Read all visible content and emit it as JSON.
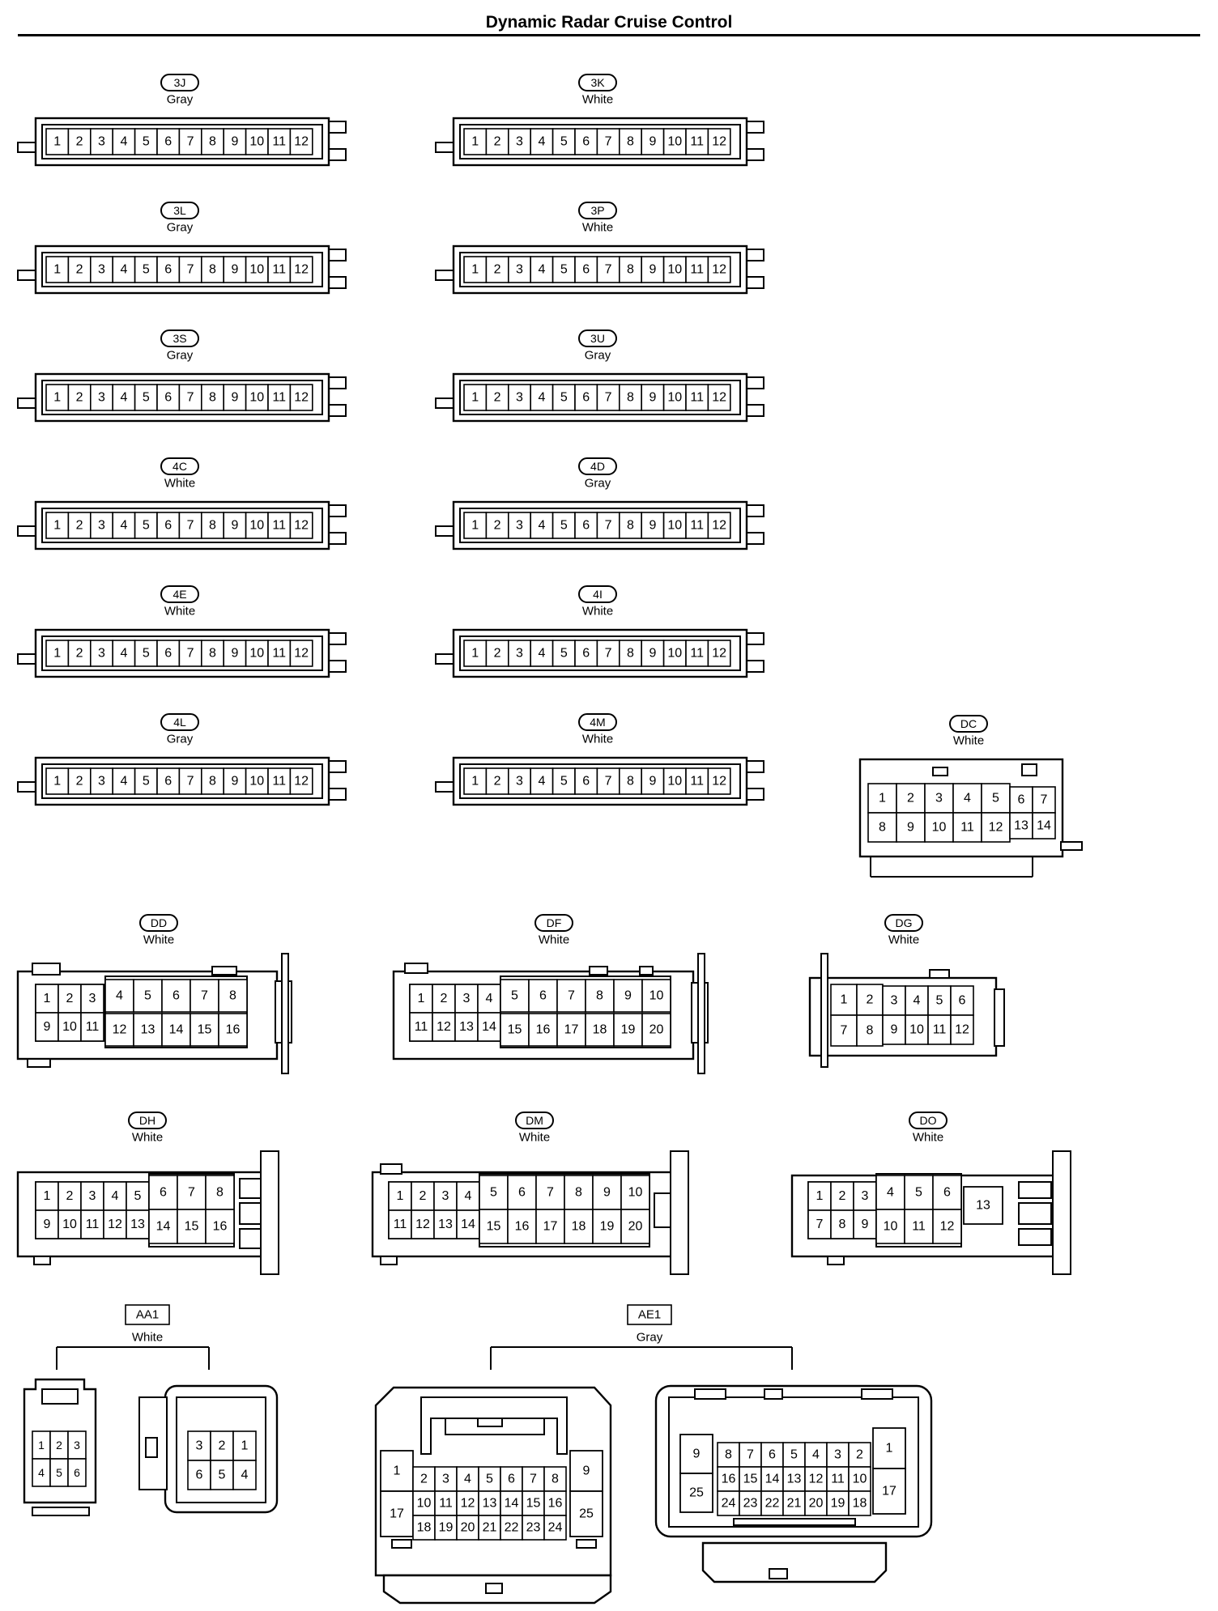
{
  "title": "Dynamic Radar Cruise Control",
  "connectors": {
    "3J": {
      "code": "3J",
      "color": "Gray",
      "pins": [
        "1",
        "2",
        "3",
        "4",
        "5",
        "6",
        "7",
        "8",
        "9",
        "10",
        "11",
        "12"
      ]
    },
    "3K": {
      "code": "3K",
      "color": "White",
      "pins": [
        "1",
        "2",
        "3",
        "4",
        "5",
        "6",
        "7",
        "8",
        "9",
        "10",
        "11",
        "12"
      ]
    },
    "3L": {
      "code": "3L",
      "color": "Gray",
      "pins": [
        "1",
        "2",
        "3",
        "4",
        "5",
        "6",
        "7",
        "8",
        "9",
        "10",
        "11",
        "12"
      ]
    },
    "3P": {
      "code": "3P",
      "color": "White",
      "pins": [
        "1",
        "2",
        "3",
        "4",
        "5",
        "6",
        "7",
        "8",
        "9",
        "10",
        "11",
        "12"
      ]
    },
    "3S": {
      "code": "3S",
      "color": "Gray",
      "pins": [
        "1",
        "2",
        "3",
        "4",
        "5",
        "6",
        "7",
        "8",
        "9",
        "10",
        "11",
        "12"
      ]
    },
    "3U": {
      "code": "3U",
      "color": "Gray",
      "pins": [
        "1",
        "2",
        "3",
        "4",
        "5",
        "6",
        "7",
        "8",
        "9",
        "10",
        "11",
        "12"
      ]
    },
    "4C": {
      "code": "4C",
      "color": "White",
      "pins": [
        "1",
        "2",
        "3",
        "4",
        "5",
        "6",
        "7",
        "8",
        "9",
        "10",
        "11",
        "12"
      ]
    },
    "4D": {
      "code": "4D",
      "color": "Gray",
      "pins": [
        "1",
        "2",
        "3",
        "4",
        "5",
        "6",
        "7",
        "8",
        "9",
        "10",
        "11",
        "12"
      ]
    },
    "4E": {
      "code": "4E",
      "color": "White",
      "pins": [
        "1",
        "2",
        "3",
        "4",
        "5",
        "6",
        "7",
        "8",
        "9",
        "10",
        "11",
        "12"
      ]
    },
    "4I": {
      "code": "4I",
      "color": "White",
      "pins": [
        "1",
        "2",
        "3",
        "4",
        "5",
        "6",
        "7",
        "8",
        "9",
        "10",
        "11",
        "12"
      ]
    },
    "4L": {
      "code": "4L",
      "color": "Gray",
      "pins": [
        "1",
        "2",
        "3",
        "4",
        "5",
        "6",
        "7",
        "8",
        "9",
        "10",
        "11",
        "12"
      ]
    },
    "4M": {
      "code": "4M",
      "color": "White",
      "pins": [
        "1",
        "2",
        "3",
        "4",
        "5",
        "6",
        "7",
        "8",
        "9",
        "10",
        "11",
        "12"
      ]
    },
    "DC": {
      "code": "DC",
      "color": "White",
      "rows": [
        [
          "1",
          "2",
          "3",
          "4",
          "5",
          "6",
          "7"
        ],
        [
          "8",
          "9",
          "10",
          "11",
          "12",
          "13",
          "14"
        ]
      ]
    },
    "DD": {
      "code": "DD",
      "color": "White",
      "rows": [
        [
          "1",
          "2",
          "3",
          "4",
          "5",
          "6",
          "7",
          "8"
        ],
        [
          "9",
          "10",
          "11",
          "12",
          "13",
          "14",
          "15",
          "16"
        ]
      ]
    },
    "DF": {
      "code": "DF",
      "color": "White",
      "rows": [
        [
          "1",
          "2",
          "3",
          "4",
          "5",
          "6",
          "7",
          "8",
          "9",
          "10"
        ],
        [
          "11",
          "12",
          "13",
          "14",
          "15",
          "16",
          "17",
          "18",
          "19",
          "20"
        ]
      ]
    },
    "DG": {
      "code": "DG",
      "color": "White",
      "rows": [
        [
          "1",
          "2",
          "3",
          "4",
          "5",
          "6"
        ],
        [
          "7",
          "8",
          "9",
          "10",
          "11",
          "12"
        ]
      ]
    },
    "DH": {
      "code": "DH",
      "color": "White",
      "rows": [
        [
          "1",
          "2",
          "3",
          "4",
          "5",
          "6",
          "7",
          "8"
        ],
        [
          "9",
          "10",
          "11",
          "12",
          "13",
          "14",
          "15",
          "16"
        ]
      ]
    },
    "DM": {
      "code": "DM",
      "color": "White",
      "rows": [
        [
          "1",
          "2",
          "3",
          "4",
          "5",
          "6",
          "7",
          "8",
          "9",
          "10"
        ],
        [
          "11",
          "12",
          "13",
          "14",
          "15",
          "16",
          "17",
          "18",
          "19",
          "20"
        ]
      ]
    },
    "DO": {
      "code": "DO",
      "color": "White",
      "rows": [
        [
          "1",
          "2",
          "3",
          "4",
          "5",
          "6"
        ],
        [
          "7",
          "8",
          "9",
          "10",
          "11",
          "12"
        ]
      ],
      "extra": "13"
    },
    "AA1": {
      "code": "AA1",
      "color": "White",
      "left": [
        [
          "1",
          "2",
          "3"
        ],
        [
          "4",
          "5",
          "6"
        ]
      ],
      "right": [
        [
          "3",
          "2",
          "1"
        ],
        [
          "6",
          "5",
          "4"
        ]
      ]
    },
    "AE1": {
      "code": "AE1",
      "color": "Gray",
      "left": {
        "end_left": [
          "1",
          "17"
        ],
        "end_right": [
          "9",
          "25"
        ],
        "rows": [
          [
            "2",
            "3",
            "4",
            "5",
            "6",
            "7",
            "8"
          ],
          [
            "10",
            "11",
            "12",
            "13",
            "14",
            "15",
            "16"
          ],
          [
            "18",
            "19",
            "20",
            "21",
            "22",
            "23",
            "24"
          ]
        ]
      },
      "right": {
        "end_left": [
          "9",
          "25"
        ],
        "end_right": [
          "1",
          "17"
        ],
        "rows": [
          [
            "8",
            "7",
            "6",
            "5",
            "4",
            "3",
            "2"
          ],
          [
            "16",
            "15",
            "14",
            "13",
            "12",
            "11",
            "10"
          ],
          [
            "24",
            "23",
            "22",
            "21",
            "20",
            "19",
            "18"
          ]
        ]
      }
    }
  }
}
